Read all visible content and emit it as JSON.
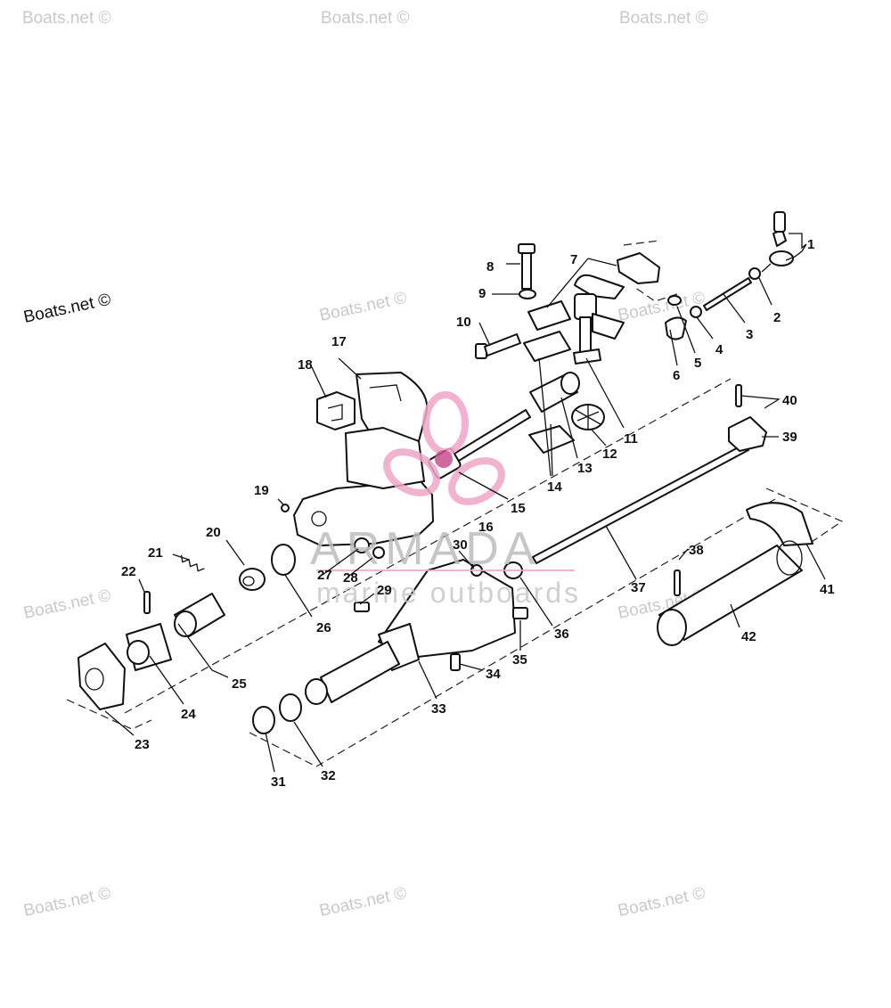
{
  "watermark": {
    "text": "Boats.net ©"
  },
  "logo": {
    "name": "ARMADA",
    "tagline": "marine outboards",
    "petal_color": "#f0a6c8",
    "hub_color": "#c8508c"
  },
  "callouts": [
    "1",
    "2",
    "3",
    "4",
    "5",
    "6",
    "7",
    "8",
    "9",
    "10",
    "11",
    "12",
    "13",
    "14",
    "15",
    "16",
    "17",
    "18",
    "19",
    "20",
    "21",
    "22",
    "23",
    "24",
    "25",
    "26",
    "27",
    "28",
    "29",
    "30",
    "31",
    "32",
    "33",
    "34",
    "35",
    "36",
    "37",
    "38",
    "39",
    "40",
    "41",
    "42"
  ]
}
